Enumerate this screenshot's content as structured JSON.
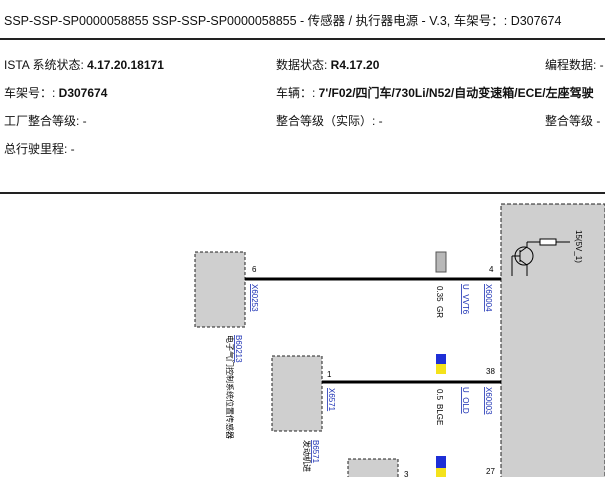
{
  "header": {
    "title": "SSP-SSP-SP0000058855 SSP-SSP-SP0000058855 - 传感器 / 执行器电源 - V.3, 车架号：: D307674"
  },
  "info": {
    "ista_label": "ISTA 系统状态: ",
    "ista_value": "4.17.20.18171",
    "data_label": "数据状态: ",
    "data_value": "R4.17.20",
    "prog_label": "编程数据: -",
    "vin_label": "车架号：: ",
    "vin_value": "D307674",
    "vehicle_label": "车辆：: ",
    "vehicle_value": "7'/F02/四门车/730Li/N52/自动变速箱/ECE/左座驾驶",
    "factory_label": "工厂整合等级: -",
    "integ_actual_label": "整合等级（实际）: -",
    "integ_label": "整合等级 -",
    "mileage_label": "总行驶里程: -"
  },
  "diagram": {
    "pin_6": "6",
    "conn_x60253": "X60253",
    "comp_b60213": "B60213",
    "comp_b60213_desc": "电子气门控制系统位置传感器",
    "pin_1": "1",
    "conn_x6571": "X6571",
    "comp_b6571": "B6571",
    "comp_b6571_desc": "发动机进",
    "pin_3": "3",
    "wire1_size": "0.35",
    "wire1_color": "GR",
    "wire1_signal": "U_VVT6",
    "wire1_conn": "X60004",
    "wire2_size": "0.5",
    "wire2_color": "BLGE",
    "wire2_signal": "U_OLD",
    "wire2_conn": "X60003",
    "pin_4": "4",
    "pin_38": "38",
    "pin_27": "27",
    "supply_label": "15(5V_1)"
  },
  "colors": {
    "box_fill": "#cfcfcf",
    "wire": "#000000",
    "link": "#1a2fb3",
    "marker_blue": "#1e2fd6",
    "marker_yellow": "#f4e21b"
  }
}
